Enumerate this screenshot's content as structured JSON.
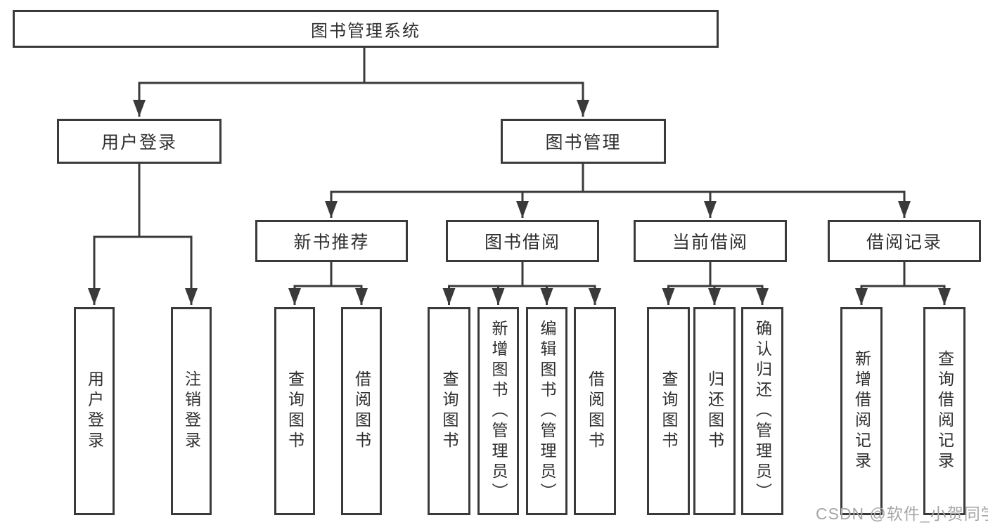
{
  "diagram": {
    "root": {
      "label": "图书管理系统",
      "children": [
        {
          "label": "用户登录",
          "children": [
            {
              "label": "用户登录"
            },
            {
              "label": "注销登录"
            }
          ]
        },
        {
          "label": "图书管理",
          "children": [
            {
              "label": "新书推荐",
              "children": [
                {
                  "label": "查询图书"
                },
                {
                  "label": "借阅图书"
                }
              ]
            },
            {
              "label": "图书借阅",
              "children": [
                {
                  "label": "查询图书"
                },
                {
                  "label": "新增图书（管理员）"
                },
                {
                  "label": "编辑图书（管理员）"
                },
                {
                  "label": "借阅图书"
                }
              ]
            },
            {
              "label": "当前借阅",
              "children": [
                {
                  "label": "查询图书"
                },
                {
                  "label": "归还图书"
                },
                {
                  "label": "确认归还（管理员）"
                }
              ]
            },
            {
              "label": "借阅记录",
              "children": [
                {
                  "label": "新增借阅记录"
                },
                {
                  "label": "查询借阅记录"
                }
              ]
            }
          ]
        }
      ]
    },
    "watermark": "CSDN @软件_小贺同学"
  },
  "colors": {
    "line": "#3a3a3a",
    "text": "#2f2f2f",
    "watermark": "#a6a6a6",
    "background": "#ffffff"
  }
}
